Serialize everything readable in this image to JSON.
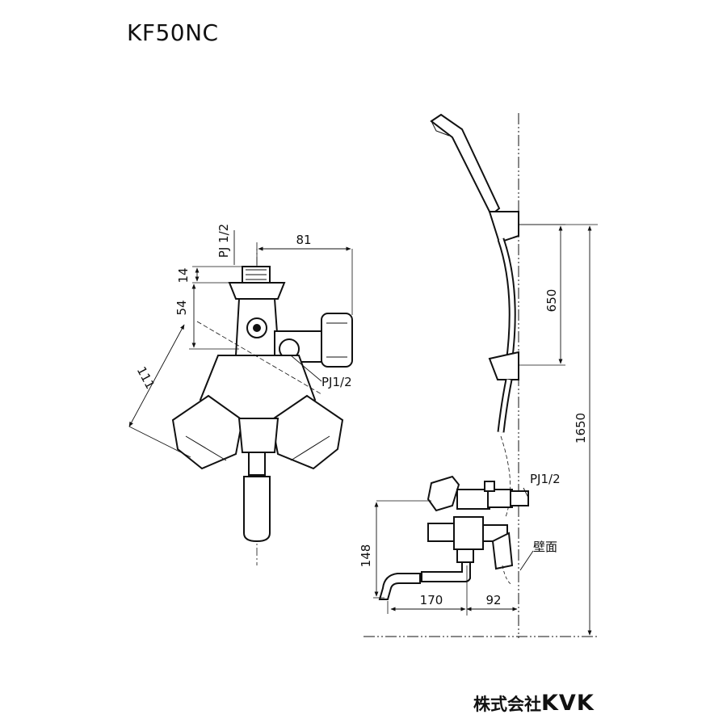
{
  "title": "KF50NC",
  "brand": {
    "prefix": "株式会社",
    "name": "KVK"
  },
  "front_view": {
    "labels": {
      "inlet_top": "PJ 1/2",
      "side_outlet": "PJ1/2"
    },
    "dims": {
      "width": "81",
      "top": "14",
      "upper": "54",
      "diagonal": "111"
    }
  },
  "side_view": {
    "labels": {
      "inlet": "PJ1/2",
      "wall": "壁面"
    },
    "dims": {
      "spout_height": "148",
      "spout_length": "170",
      "wall_offset": "92",
      "bracket_span": "650",
      "total_height": "1650"
    }
  }
}
